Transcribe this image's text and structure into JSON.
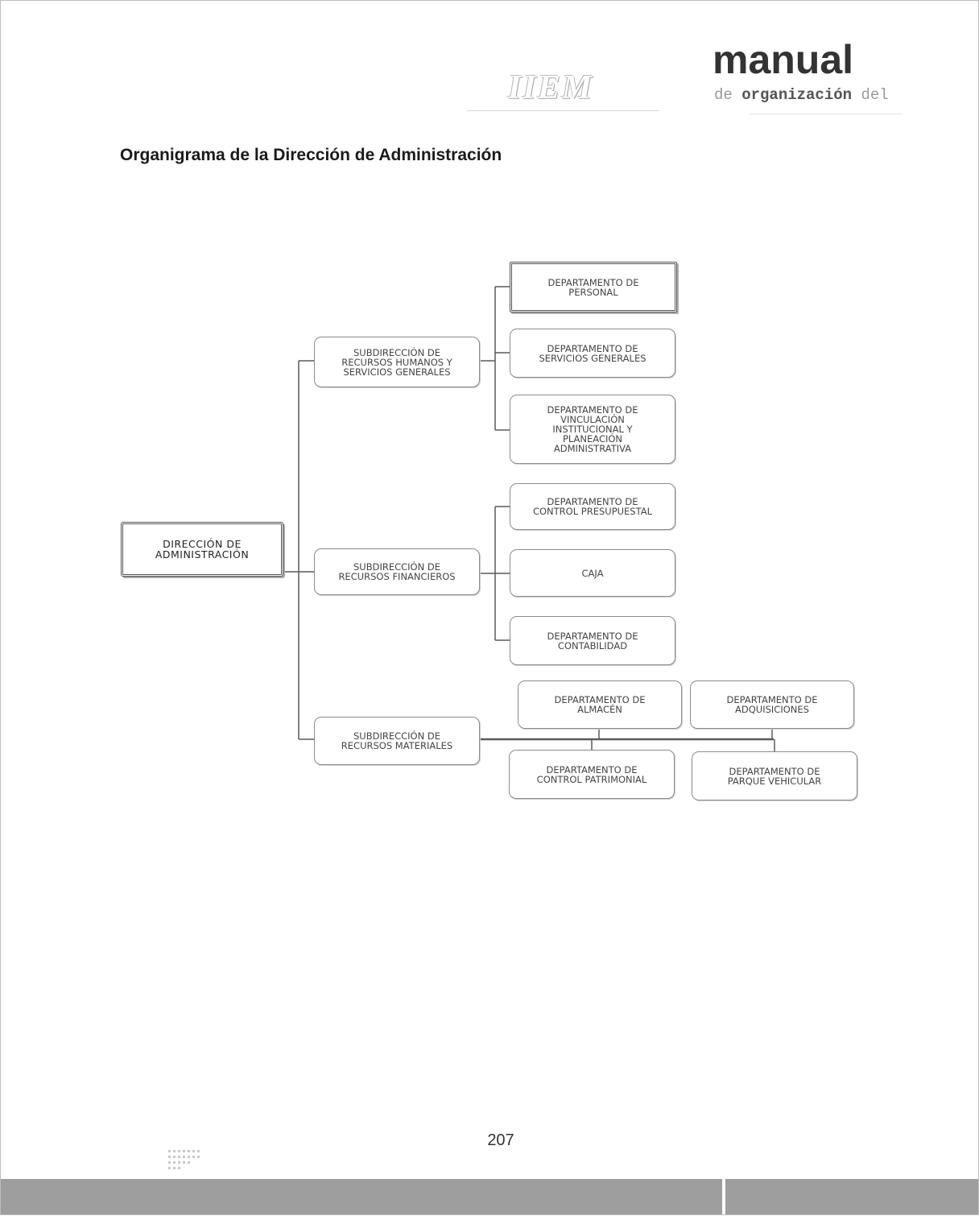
{
  "header": {
    "logo_left": "IIEM",
    "brand_title": "manual",
    "brand_sub_de": "de",
    "brand_sub_org": "organización",
    "brand_sub_del": "del"
  },
  "title": "Organigrama de la Dirección de Administración",
  "org": {
    "root": [
      "DIRECCIÓN DE",
      "ADMINISTRACIÓN"
    ],
    "sub_rh": [
      "SUBDIRECCIÓN DE",
      "RECURSOS HUMANOS Y",
      "SERVICIOS GENERALES"
    ],
    "sub_rf": [
      "SUBDIRECCIÓN DE",
      "RECURSOS FINANCIEROS"
    ],
    "sub_rm": [
      "SUBDIRECCIÓN DE",
      "RECURSOS MATERIALES"
    ],
    "dept_personal": [
      "DEPARTAMENTO DE",
      "PERSONAL"
    ],
    "dept_servicios": [
      "DEPARTAMENTO DE",
      "SERVICIOS GENERALES"
    ],
    "dept_vinculacion": [
      "DEPARTAMENTO DE",
      "VINCULACIÓN",
      "INSTITUCIONAL Y",
      "PLANEACIÓN",
      "ADMINISTRATIVA"
    ],
    "dept_control_presupuestal": [
      "DEPARTAMENTO DE",
      "CONTROL PRESUPUESTAL"
    ],
    "caja": [
      "CAJA"
    ],
    "dept_contabilidad": [
      "DEPARTAMENTO DE",
      "CONTABILIDAD"
    ],
    "dept_almacen": [
      "DEPARTAMENTO DE",
      "ALMACÉN"
    ],
    "dept_adquisiciones": [
      "DEPARTAMENTO DE",
      "ADQUISICIONES"
    ],
    "dept_control_patrimonial": [
      "DEPARTAMENTO DE",
      "CONTROL PATRIMONIAL"
    ],
    "dept_parque_vehicular": [
      "DEPARTAMENTO DE",
      "PARQUE VEHICULAR"
    ]
  },
  "page_number": "207"
}
